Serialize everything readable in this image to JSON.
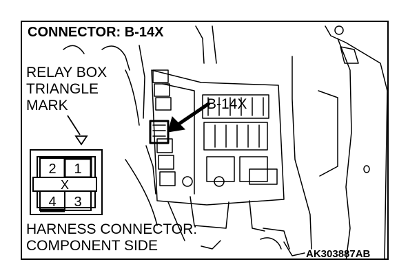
{
  "title": "CONNECTOR: B-14X",
  "relay_box_label": "RELAY BOX TRIANGLE MARK",
  "pointer_label": "B-14X",
  "harness_label": "HARNESS CONNECTOR: COMPONENT SIDE",
  "figure_code": "AK303887AB",
  "pins": {
    "p1": "1",
    "p2": "2",
    "p3": "3",
    "p4": "4",
    "key": "X"
  }
}
